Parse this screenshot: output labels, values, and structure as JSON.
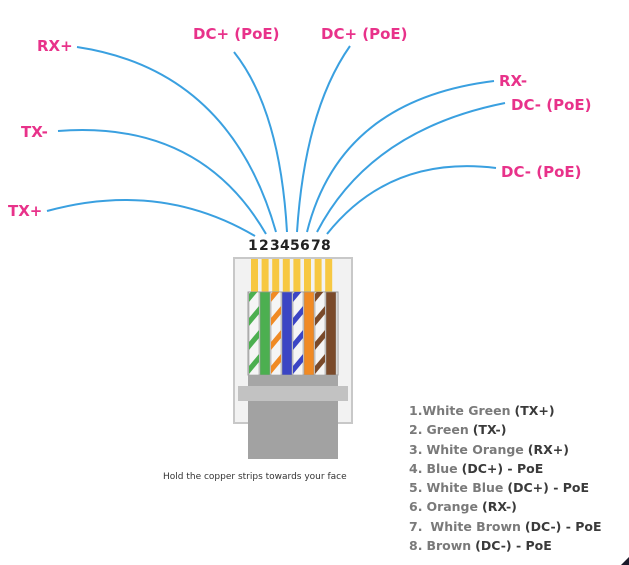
{
  "title": "RJ45 PoE pinout diagram",
  "colors": {
    "label": "#e8328a",
    "wire_line": "#3aa0e0",
    "pin_gold": "#f7c842",
    "connector_body": "#f2f2f2",
    "connector_border": "#c8c8c8",
    "plug_dark": "#a0a0a0",
    "plug_band": "#c0c0c0",
    "white_stripe_bg": "#f5f5f5"
  },
  "pin_numbers": [
    "1",
    "2",
    "3",
    "4",
    "5",
    "6",
    "7",
    "8"
  ],
  "wire_labels": [
    {
      "pin": 1,
      "text": "TX+"
    },
    {
      "pin": 2,
      "text": "TX-"
    },
    {
      "pin": 3,
      "text": "RX+"
    },
    {
      "pin": 4,
      "text": "DC+ (PoE)"
    },
    {
      "pin": 5,
      "text": "DC+ (PoE)"
    },
    {
      "pin": 6,
      "text": "RX-"
    },
    {
      "pin": 7,
      "text": "DC- (PoE)"
    },
    {
      "pin": 8,
      "text": "DC- (PoE)"
    }
  ],
  "wires": [
    {
      "pin": 1,
      "name": "White Green",
      "color": "#4caf50",
      "striped": true
    },
    {
      "pin": 2,
      "name": "Green",
      "color": "#4caf50",
      "striped": false
    },
    {
      "pin": 3,
      "name": "White Orange",
      "color": "#f08a24",
      "striped": true
    },
    {
      "pin": 4,
      "name": "Blue",
      "color": "#3b45c4",
      "striped": false
    },
    {
      "pin": 5,
      "name": "White Blue",
      "color": "#3b45c4",
      "striped": true
    },
    {
      "pin": 6,
      "name": "Orange",
      "color": "#f08a24",
      "striped": false
    },
    {
      "pin": 7,
      "name": "White Brown",
      "color": "#7a4a2a",
      "striped": true
    },
    {
      "pin": 8,
      "name": "Brown",
      "color": "#7a4a2a",
      "striped": false
    }
  ],
  "caption": "Hold the copper strips towards your face",
  "legend": [
    {
      "num": "1.",
      "color_name": "White Green",
      "signal": "(TX+)"
    },
    {
      "num": "2.",
      "color_name": "Green",
      "signal": "(TX-)"
    },
    {
      "num": "3.",
      "color_name": "White Orange",
      "signal": "(RX+)"
    },
    {
      "num": "4.",
      "color_name": "Blue",
      "signal": "(DC+) - PoE"
    },
    {
      "num": "5.",
      "color_name": "White Blue",
      "signal": "(DC+) - PoE"
    },
    {
      "num": "6.",
      "color_name": "Orange",
      "signal": "(RX-)"
    },
    {
      "num": "7.",
      "color_name": "White Brown",
      "signal": "(DC-) - PoE"
    },
    {
      "num": "8.",
      "color_name": "Brown",
      "signal": "(DC-) - PoE"
    }
  ]
}
